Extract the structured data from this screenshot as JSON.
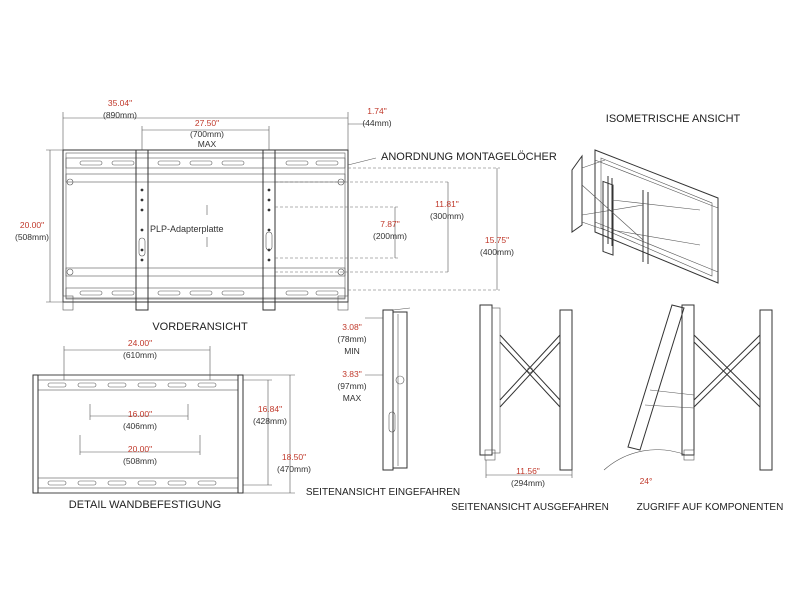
{
  "colors": {
    "dimension": "#c0392b",
    "line": "#333333"
  },
  "titles": {
    "front": "VORDERANSICHT",
    "mounting_holes": "ANORDNUNG MONTAGELÖCHER",
    "isometric": "ISOMETRISCHE ANSICHT",
    "wall_detail": "DETAIL WANDBEFESTIGUNG",
    "side_retracted": "SEITENANSICHT EINGEFAHREN",
    "side_extended": "SEITENANSICHT AUSGEFAHREN",
    "access": "ZUGRIFF AUF KOMPONENTEN"
  },
  "front": {
    "width": {
      "in": "35.04\"",
      "mm": "(890mm)"
    },
    "depth_offset": {
      "in": "1.74\"",
      "mm": "(44mm)"
    },
    "max_span": {
      "in": "27.50\"",
      "mm": "(700mm)",
      "note": "MAX"
    },
    "height": {
      "in": "20.00\"",
      "mm": "(508mm)"
    },
    "hole_300": {
      "in": "11.81\"",
      "mm": "(300mm)"
    },
    "hole_200": {
      "in": "7.87\"",
      "mm": "(200mm)"
    },
    "hole_400": {
      "in": "15.75\"",
      "mm": "(400mm)"
    },
    "adapter_label": "PLP-Adapterplatte"
  },
  "wall": {
    "w_610": {
      "in": "24.00\"",
      "mm": "(610mm)"
    },
    "w_406": {
      "in": "16.00\"",
      "mm": "(406mm)"
    },
    "w_508": {
      "in": "20.00\"",
      "mm": "(508mm)"
    },
    "h_428": {
      "in": "16.84\"",
      "mm": "(428mm)"
    },
    "h_470": {
      "in": "18.50\"",
      "mm": "(470mm)"
    }
  },
  "side": {
    "min_depth": {
      "in": "3.08\"",
      "mm": "(78mm)",
      "note": "MIN"
    },
    "max_depth": {
      "in": "3.83\"",
      "mm": "(97mm)",
      "note": "MAX"
    },
    "extended": {
      "in": "11.56\"",
      "mm": "(294mm)"
    },
    "angle": "24°"
  }
}
